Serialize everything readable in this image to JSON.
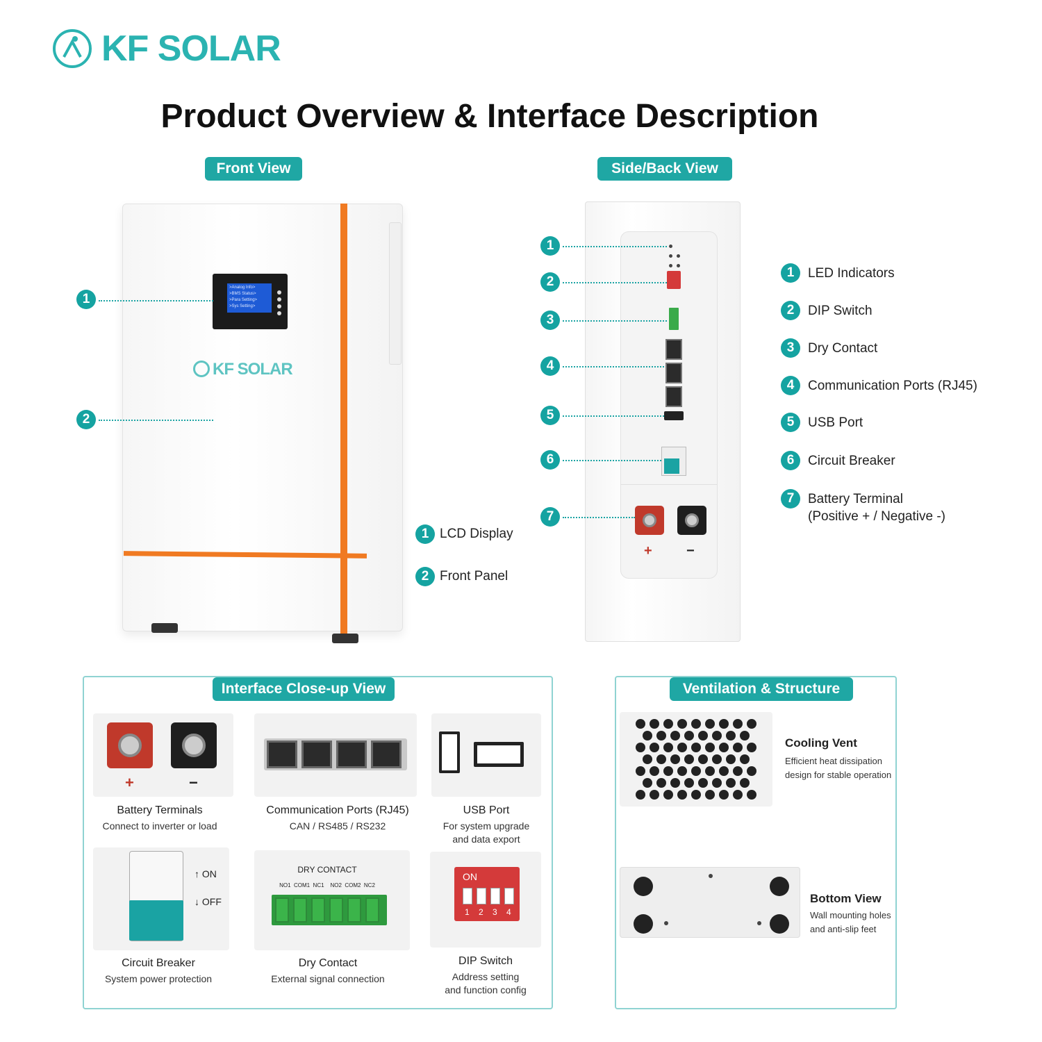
{
  "brand": {
    "name": "KF SOLAR"
  },
  "page_title": "Product Overview & Interface Description",
  "sections": {
    "front_view": "Front View",
    "side_back_view": "Side/Back View",
    "closeup": "Interface Close-up View",
    "ventilation": "Ventilation & Structure"
  },
  "lcd": {
    "lines": [
      ">Analog Info>",
      ">BMS Status>",
      ">Para Setting>",
      ">Sys Setting>"
    ]
  },
  "front_callouts": [
    {
      "num": "1",
      "label": "LCD Display"
    },
    {
      "num": "2",
      "label": "Front Panel"
    }
  ],
  "back_callouts": [
    {
      "num": "1",
      "label": "LED Indicators"
    },
    {
      "num": "2",
      "label": "DIP Switch"
    },
    {
      "num": "3",
      "label": "Dry Contact"
    },
    {
      "num": "4",
      "label": "Communication Ports (RJ45)"
    },
    {
      "num": "5",
      "label": "USB Port"
    },
    {
      "num": "6",
      "label": "Circuit Breaker"
    },
    {
      "num": "7",
      "label": "Battery Terminal",
      "label2": "(Positive + / Negative -)"
    }
  ],
  "terminal_signs": {
    "plus": "+",
    "minus": "−"
  },
  "closeup_tiles": [
    {
      "title": "Battery Terminals",
      "sub": "Connect to inverter or load"
    },
    {
      "title": "Communication Ports (RJ45)",
      "sub": "CAN / RS485 / RS232"
    },
    {
      "title": "USB Port",
      "sub": "For system upgrade",
      "sub2": "and data export"
    },
    {
      "title": "Circuit Breaker",
      "sub": "System power protection"
    },
    {
      "title": "Dry Contact",
      "sub": "External signal connection"
    },
    {
      "title": "DIP Switch",
      "sub": "Address setting",
      "sub2": "and function config"
    }
  ],
  "breaker_labels": {
    "on": "ON",
    "off": "OFF"
  },
  "dry_contact": {
    "heading": "DRY CONTACT",
    "pins": "NO1  COM1  NC1    NO2  COM2  NC2"
  },
  "dip": {
    "on": "ON",
    "nums": [
      "1",
      "2",
      "3",
      "4"
    ]
  },
  "ventilation_items": [
    {
      "title": "Cooling Vent",
      "sub": "Efficient heat dissipation",
      "sub2": "design for stable operation"
    },
    {
      "title": "Bottom View",
      "sub": "Wall mounting holes",
      "sub2": "and anti-slip feet"
    }
  ]
}
